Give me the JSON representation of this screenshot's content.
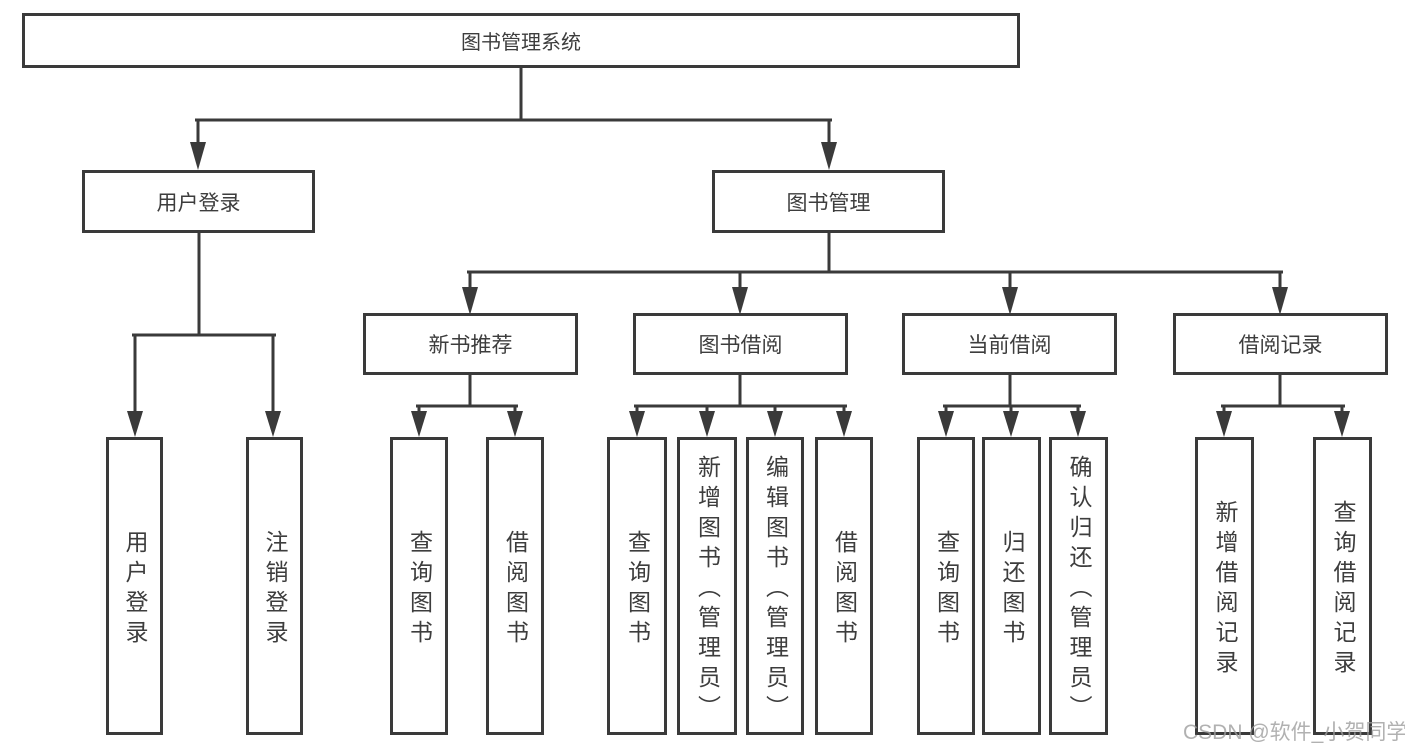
{
  "colors": {
    "line": "#3a3a3a",
    "box_border": "#3a3a3a",
    "text": "#3d3d3d",
    "background": "#ffffff",
    "watermark": "#9e9e9e"
  },
  "tree": {
    "root": "图书管理系统",
    "branches": [
      {
        "label": "用户登录",
        "leaves": [
          "用户登录",
          "注销登录"
        ]
      },
      {
        "label": "图书管理",
        "sections": [
          {
            "label": "新书推荐",
            "leaves": [
              "查询图书",
              "借阅图书"
            ]
          },
          {
            "label": "图书借阅",
            "leaves": [
              "查询图书",
              "新增图书（管理员）",
              "编辑图书（管理员）",
              "借阅图书"
            ]
          },
          {
            "label": "当前借阅",
            "leaves": [
              "查询图书",
              "归还图书",
              "确认归还（管理员）"
            ]
          },
          {
            "label": "借阅记录",
            "leaves": [
              "新增借阅记录",
              "查询借阅记录"
            ]
          }
        ]
      }
    ]
  },
  "watermark": {
    "text": "CSDN @软件_小贺同学"
  }
}
